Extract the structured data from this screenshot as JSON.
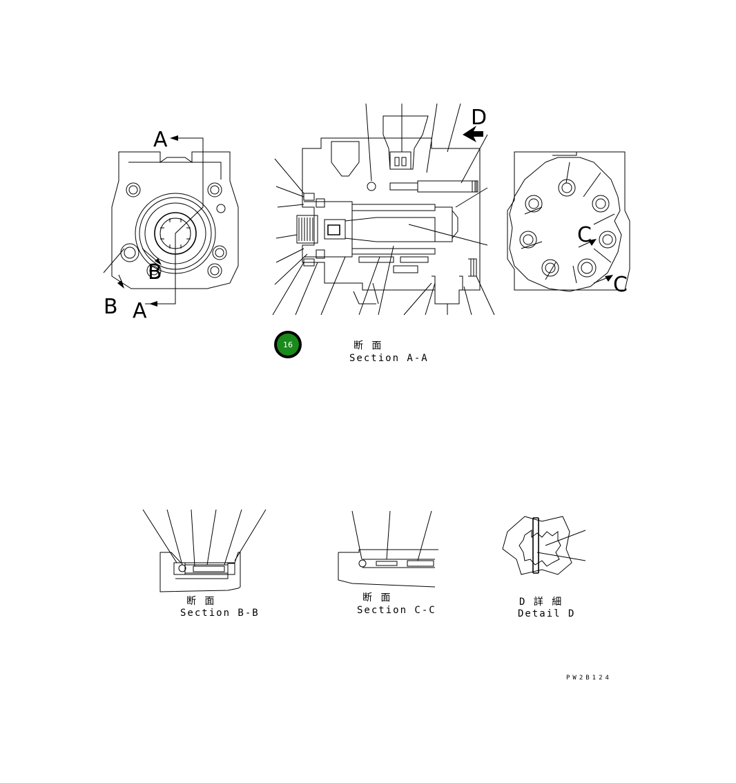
{
  "views": {
    "front": {
      "cut_a": "A",
      "cut_b": "B",
      "mark_b": "B",
      "cut_a_bottom": "A"
    },
    "rear": {
      "mark_c": "C",
      "cut_c": "C"
    },
    "section_a": {
      "detail_d": "D",
      "callout": "16",
      "caption_jp": "断 面",
      "caption_en": "Section A-A"
    },
    "section_b": {
      "caption_jp": "断 面",
      "caption_en": "Section B-B"
    },
    "section_c": {
      "caption_jp": "断 面",
      "caption_en": "Section C-C"
    },
    "detail_d": {
      "caption_jp": "D 詳 細",
      "caption_en": "Detail D"
    }
  },
  "drawing_code": "PW2B124",
  "colors": {
    "callout_fill": "#1a8a1a",
    "callout_ring": "#000000",
    "line": "#000000"
  }
}
